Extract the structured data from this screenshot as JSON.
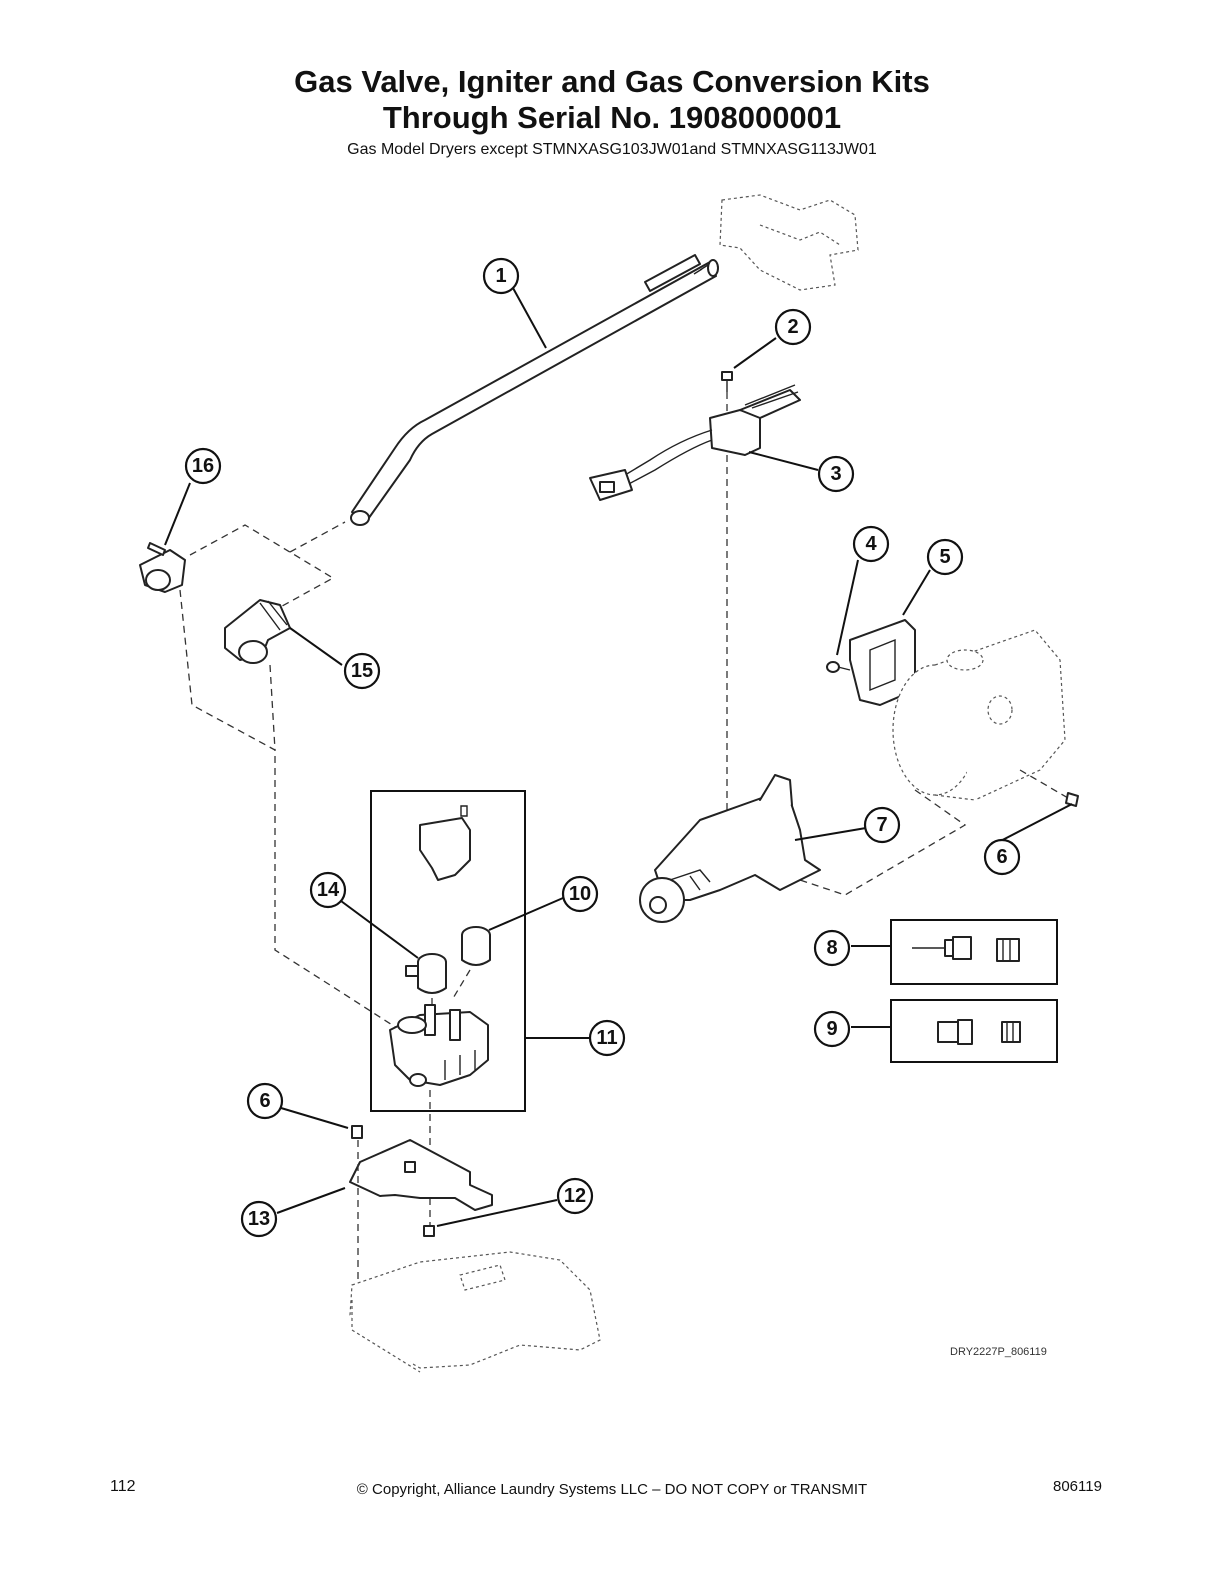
{
  "header": {
    "title_line1": "Gas Valve, Igniter and Gas Conversion Kits",
    "title_line2": "Through Serial No. 1908000001",
    "subtitle": "Gas Model Dryers except STMNXASG103JW01and STMNXASG113JW01"
  },
  "diagram": {
    "drawing_code": "DRY2227P_806119",
    "callouts": [
      "1",
      "2",
      "3",
      "4",
      "5",
      "6",
      "7",
      "8",
      "9",
      "10",
      "11",
      "12",
      "13",
      "14",
      "15",
      "16"
    ]
  },
  "footer": {
    "page_number": "112",
    "copyright": "© Copyright, Alliance Laundry Systems LLC – DO NOT COPY or TRANSMIT",
    "doc_number": "806119"
  }
}
